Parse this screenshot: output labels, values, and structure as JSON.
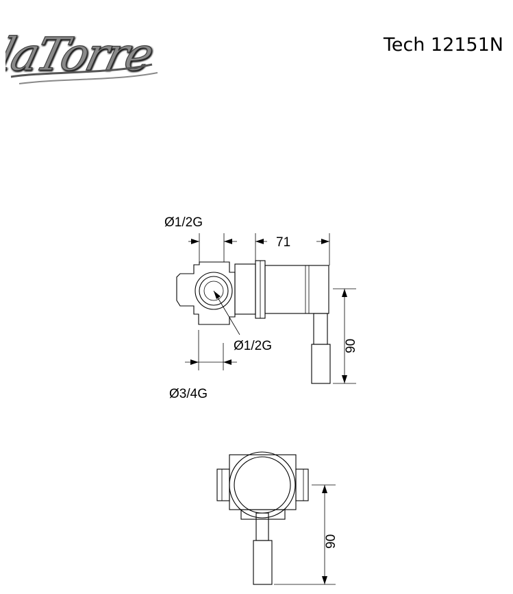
{
  "header": {
    "brand_logo": "laTorre",
    "product_code": "Tech 12151N"
  },
  "side_view": {
    "dim_top_inlet": "Ø1/2G",
    "dim_depth": "71",
    "dim_outlet": "Ø1/2G",
    "dim_bottom_inlet": "Ø3/4G",
    "dim_lever": "90"
  },
  "front_view": {
    "dim_lever": "90"
  }
}
